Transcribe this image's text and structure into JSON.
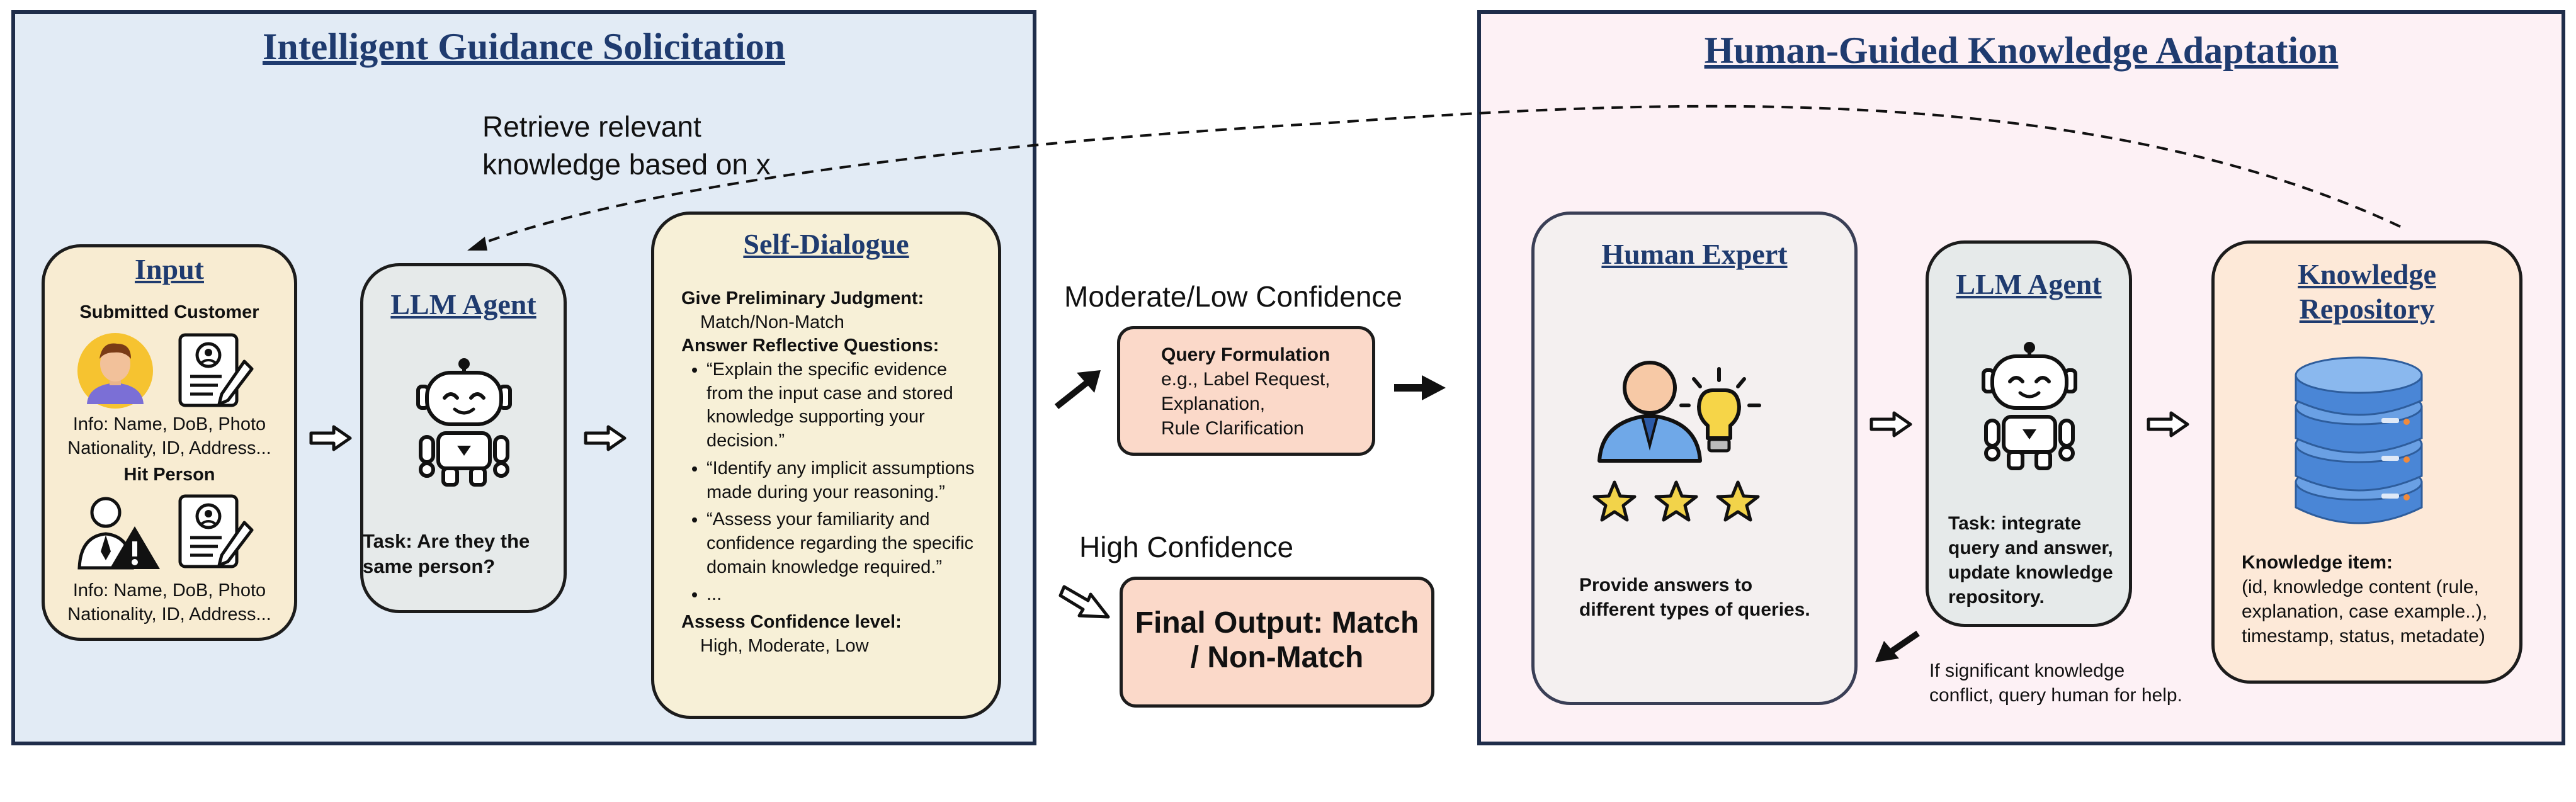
{
  "left_panel": {
    "title": "Intelligent Guidance Solicitation",
    "retrieve_note": [
      "Retrieve relevant",
      "knowledge based on x"
    ],
    "input_card": {
      "title": "Input",
      "customer_label": "Submitted Customer",
      "customer_info": [
        "Info: Name, DoB, Photo",
        "Nationality, ID, Address..."
      ],
      "hit_label": "Hit Person",
      "hit_info": [
        "Info: Name, DoB, Photo",
        "Nationality, ID, Address..."
      ]
    },
    "agent_card": {
      "title": "LLM Agent",
      "task": [
        "Task: Are they the",
        "same person?"
      ]
    },
    "dialogue_card": {
      "title": "Self-Dialogue",
      "judgment_heading": "Give Preliminary Judgment:",
      "judgment_value": "Match/Non-Match",
      "questions_heading": "Answer Reflective Questions:",
      "questions": [
        "“Explain the specific evidence from the input case and stored knowledge supporting your decision.”",
        "“Identify any implicit assumptions made during your reasoning.”",
        "“Assess your familiarity and confidence regarding the specific domain knowledge required.”",
        "..."
      ],
      "confidence_heading": "Assess Confidence level:",
      "confidence_values": "High, Moderate, Low"
    }
  },
  "middle": {
    "moderate_label": "Moderate/Low Confidence",
    "query_box": {
      "title": "Query Formulation",
      "lines": [
        "e.g., Label Request,",
        "Explanation,",
        "Rule Clarification"
      ]
    },
    "high_label": "High Confidence",
    "final_box": [
      "Final Output: Match",
      "/ Non-Match"
    ]
  },
  "right_panel": {
    "title": "Human-Guided Knowledge Adaptation",
    "expert_card": {
      "title": "Human Expert",
      "desc": [
        "Provide answers to",
        "different types of queries."
      ]
    },
    "agent_card": {
      "title": "LLM Agent",
      "task": [
        "Task: integrate",
        "query and answer,",
        "update knowledge",
        "repository."
      ]
    },
    "repo_card": {
      "title": [
        "Knowledge",
        "Repository"
      ],
      "item_heading": "Knowledge item:",
      "item_lines": [
        "(id, knowledge content (rule,",
        "explanation, case example..),",
        "timestamp, status, metadate)"
      ]
    },
    "conflict_note": [
      "If significant knowledge",
      "conflict, query human for help."
    ]
  },
  "colors": {
    "panel_border": "#1f2d4a",
    "left_bg": "#e2ebf5",
    "right_bg": "#fdf1f5",
    "title_blue": "#1f3b6f",
    "card_cream": "#f8ecd2",
    "card_gray": "#e6eaea",
    "card_yellow": "#f7f0d7",
    "box_salmon": "#fbd9c9",
    "expert_bg": "#f4f0f0",
    "repo_bg": "#fde9d8"
  }
}
